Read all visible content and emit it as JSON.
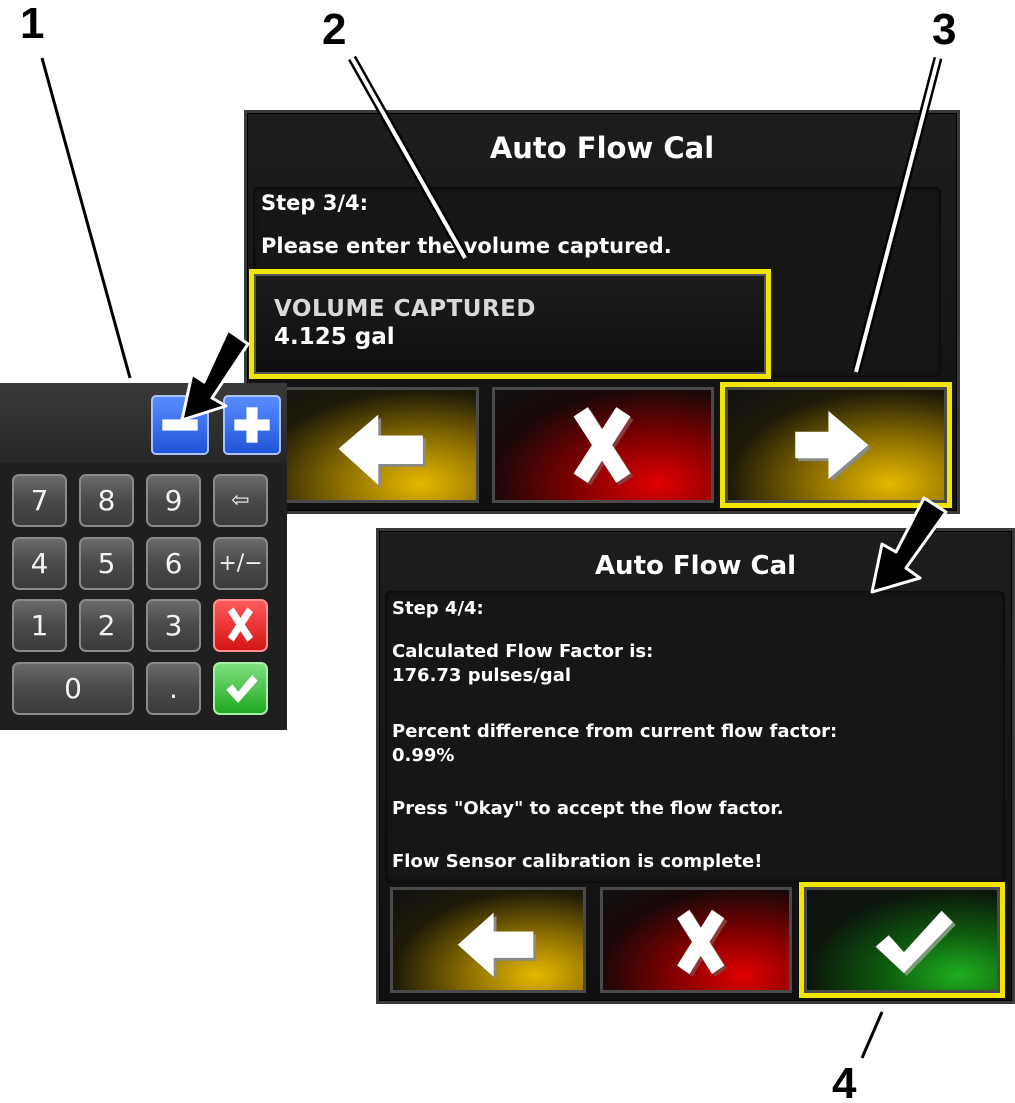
{
  "callouts": [
    "1",
    "2",
    "3",
    "4"
  ],
  "step3_panel": {
    "title": "Auto Flow Cal",
    "step": "Step 3/4:",
    "instruction": "Please enter the volume captured.",
    "field_label": "VOLUME CAPTURED",
    "field_value": "4.125 gal"
  },
  "step4_panel": {
    "title": "Auto Flow Cal",
    "step": "Step 4/4:",
    "flow_factor_label": "Calculated Flow Factor is:",
    "flow_factor_value": "176.73 pulses/gal",
    "percent_label": "Percent difference from current flow factor:",
    "percent_value": "0.99%",
    "accept_text": "Press \"Okay\" to accept the flow factor.",
    "complete_text": "Flow Sensor calibration is complete!"
  },
  "keypad": {
    "keys": [
      "7",
      "8",
      "9",
      "⇦",
      "4",
      "5",
      "6",
      "+/−",
      "1",
      "2",
      "3",
      "0",
      "."
    ]
  },
  "icons": {
    "back": "arrow-left-icon",
    "cancel": "x-icon",
    "next": "arrow-right-icon",
    "ok": "checkmark-icon",
    "minus": "minus-icon",
    "plus": "plus-icon"
  },
  "colors": {
    "highlight": "#f2e600",
    "yellow_button": "#e6b800",
    "red_button": "#e00000",
    "green_button": "#1fae1f",
    "keypad_blue": "#1f55d8"
  }
}
